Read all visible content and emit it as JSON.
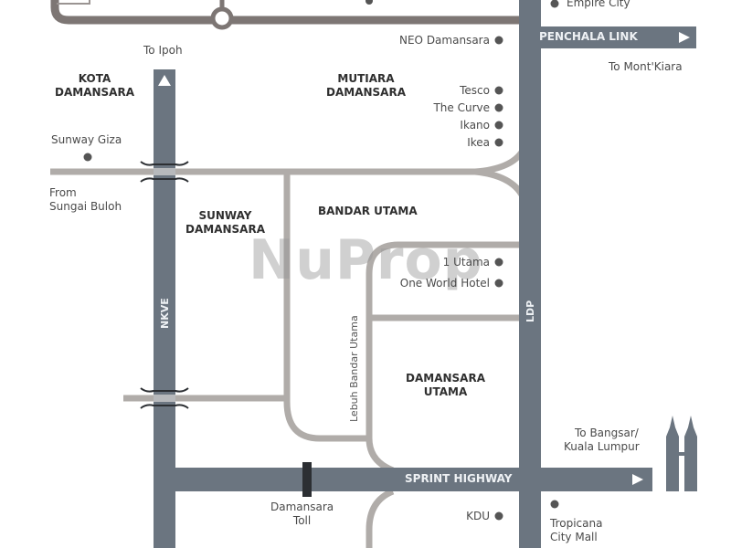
{
  "watermark": "NuProp",
  "colors": {
    "highway": "#6b7580",
    "minor_road": "#b0aca9",
    "rail": "#7d7674",
    "toll": "#2c2f33",
    "text": "#4a4a4a"
  },
  "areas": {
    "kota_damansara": [
      "KOTA",
      "DAMANSARA"
    ],
    "mutiara_damansara": [
      "MUTIARA",
      "DAMANSARA"
    ],
    "sunway_damansara": [
      "SUNWAY",
      "DAMANSARA"
    ],
    "bandar_utama": "BANDAR UTAMA",
    "damansara_utama": [
      "DAMANSARA",
      "UTAMA"
    ]
  },
  "roads": {
    "nkve": "NKVE",
    "ldp": "LDP",
    "penchala_link": "PENCHALA LINK",
    "sprint_highway": "SPRINT HIGHWAY",
    "lebuh_bandar_utama": "Lebuh Bandar Utama"
  },
  "directions": {
    "to_ipoh": "To Ipoh",
    "to_mont_kiara": "To Mont'Kiara",
    "from_sungai_buloh": [
      "From",
      "Sungai Buloh"
    ],
    "to_bangsar": [
      "To Bangsar/",
      "Kuala Lumpur"
    ]
  },
  "landmarks": {
    "empire_city": "Empire City",
    "neo_damansara": "NEO Damansara",
    "tesco": "Tesco",
    "the_curve": "The Curve",
    "ikano": "Ikano",
    "ikea": "Ikea",
    "sunway_giza": "Sunway Giza",
    "one_utama": "1 Utama",
    "one_world_hotel": "One World Hotel",
    "kdu": "KDU",
    "tropicana_city_mall": [
      "Tropicana",
      "City Mall"
    ],
    "damansara_toll": [
      "Damansara",
      "Toll"
    ]
  }
}
